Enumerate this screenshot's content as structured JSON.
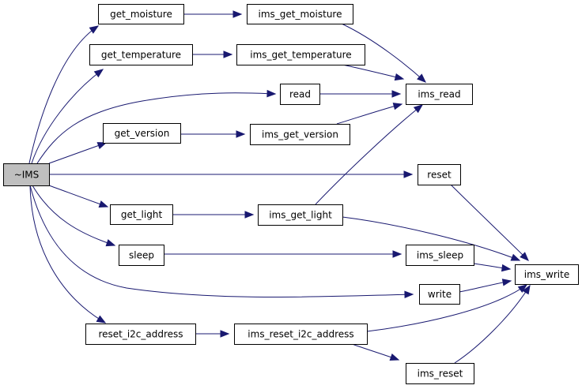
{
  "colors": {
    "edge": "#191970",
    "root_fill": "#bfbfbf",
    "node_fill": "#ffffff",
    "node_border": "#000000"
  },
  "nodes": [
    {
      "id": "ims_destructor",
      "label": "~IMS",
      "root": true
    },
    {
      "id": "get_moisture",
      "label": "get_moisture"
    },
    {
      "id": "ims_get_moisture",
      "label": "ims_get_moisture"
    },
    {
      "id": "get_temperature",
      "label": "get_temperature"
    },
    {
      "id": "ims_get_temperature",
      "label": "ims_get_temperature"
    },
    {
      "id": "read",
      "label": "read"
    },
    {
      "id": "ims_read",
      "label": "ims_read"
    },
    {
      "id": "get_version",
      "label": "get_version"
    },
    {
      "id": "ims_get_version",
      "label": "ims_get_version"
    },
    {
      "id": "reset",
      "label": "reset"
    },
    {
      "id": "get_light",
      "label": "get_light"
    },
    {
      "id": "ims_get_light",
      "label": "ims_get_light"
    },
    {
      "id": "sleep",
      "label": "sleep"
    },
    {
      "id": "ims_sleep",
      "label": "ims_sleep"
    },
    {
      "id": "ims_write",
      "label": "ims_write"
    },
    {
      "id": "write",
      "label": "write"
    },
    {
      "id": "reset_i2c_address",
      "label": "reset_i2c_address"
    },
    {
      "id": "ims_reset_i2c_address",
      "label": "ims_reset_i2c_address"
    },
    {
      "id": "ims_reset",
      "label": "ims_reset"
    }
  ],
  "edges": [
    {
      "from": "ims_destructor",
      "to": "get_moisture"
    },
    {
      "from": "ims_destructor",
      "to": "get_temperature"
    },
    {
      "from": "ims_destructor",
      "to": "read"
    },
    {
      "from": "ims_destructor",
      "to": "get_version"
    },
    {
      "from": "ims_destructor",
      "to": "reset"
    },
    {
      "from": "ims_destructor",
      "to": "get_light"
    },
    {
      "from": "ims_destructor",
      "to": "sleep"
    },
    {
      "from": "ims_destructor",
      "to": "write"
    },
    {
      "from": "ims_destructor",
      "to": "reset_i2c_address"
    },
    {
      "from": "get_moisture",
      "to": "ims_get_moisture"
    },
    {
      "from": "ims_get_moisture",
      "to": "ims_read"
    },
    {
      "from": "get_temperature",
      "to": "ims_get_temperature"
    },
    {
      "from": "ims_get_temperature",
      "to": "ims_read"
    },
    {
      "from": "read",
      "to": "ims_read"
    },
    {
      "from": "get_version",
      "to": "ims_get_version"
    },
    {
      "from": "ims_get_version",
      "to": "ims_read"
    },
    {
      "from": "get_light",
      "to": "ims_get_light"
    },
    {
      "from": "ims_get_light",
      "to": "ims_read"
    },
    {
      "from": "ims_get_light",
      "to": "ims_write"
    },
    {
      "from": "reset",
      "to": "ims_write"
    },
    {
      "from": "sleep",
      "to": "ims_sleep"
    },
    {
      "from": "ims_sleep",
      "to": "ims_write"
    },
    {
      "from": "write",
      "to": "ims_write"
    },
    {
      "from": "reset_i2c_address",
      "to": "ims_reset_i2c_address"
    },
    {
      "from": "ims_reset_i2c_address",
      "to": "ims_write"
    },
    {
      "from": "ims_reset_i2c_address",
      "to": "ims_reset"
    },
    {
      "from": "ims_reset",
      "to": "ims_write"
    }
  ]
}
